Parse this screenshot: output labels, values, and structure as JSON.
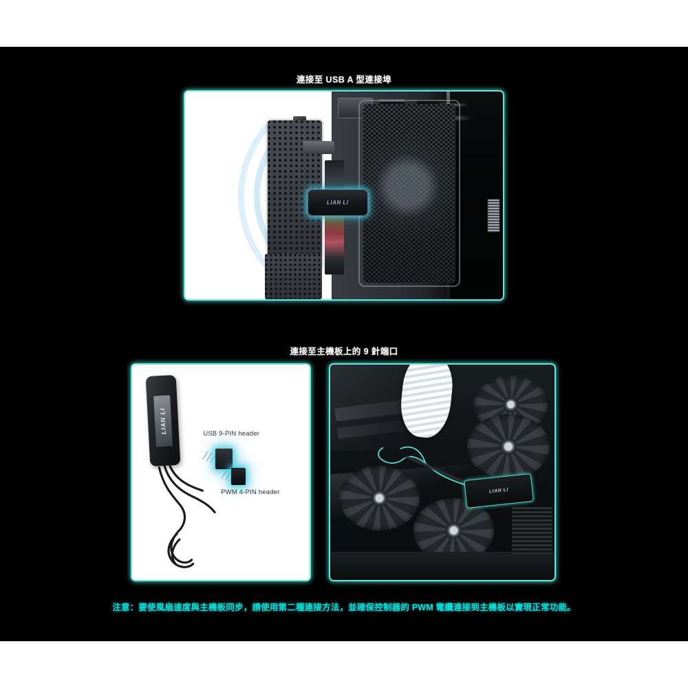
{
  "headings": {
    "section1": "連接至 USB A 型連接埠",
    "section2": "連接至主機板上的 9 針端口"
  },
  "figures": {
    "usb_dongle_photo": {
      "alt": "PC 機殼背面 USB A 型接口與無線訊號",
      "brand_logo": "LIAN LI"
    },
    "controller_photo": {
      "alt": "控制器與線材",
      "brand_logo": "LIAN LI",
      "labels": {
        "usb_header": "USB 9-PIN header",
        "pwm_header": "PWM 4-PIN header"
      }
    },
    "install_photo": {
      "alt": "機殼內部安裝示意",
      "brand_logo": "LIAN LI"
    }
  },
  "note": {
    "text": "注意：要使風扇速度與主機板同步，請使用第二種連接方法，並確保控制器的 PWM 電纜連接到主機板以實現正常功能。"
  },
  "colors": {
    "accent_cyan": "#5fe9e0",
    "note_cyan": "#00e3e0",
    "background": "#000000",
    "page": "#ffffff",
    "heading": "#ffffff"
  }
}
